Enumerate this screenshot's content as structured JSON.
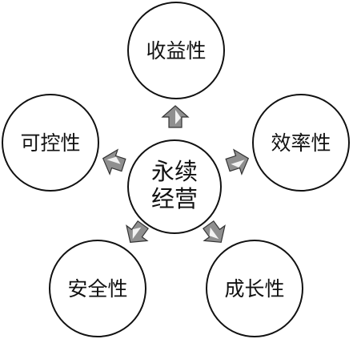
{
  "center": {
    "line1": "永续",
    "line2": "经营"
  },
  "nodes": {
    "top": "收益性",
    "right": "效率性",
    "bottom_right": "成长性",
    "bottom_left": "安全性",
    "left": "可控性"
  },
  "colors": {
    "stroke": "#111111",
    "arrow_fill": "#8f8f8f",
    "arrow_highlight": "#f2f2f2"
  }
}
